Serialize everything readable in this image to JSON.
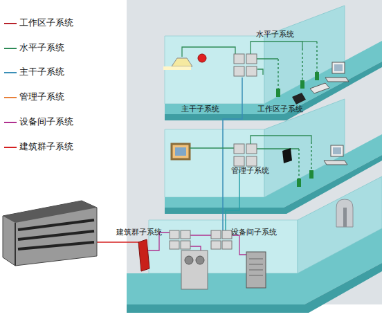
{
  "diagram": {
    "labels": [
      "水平子系统",
      "主干子系统",
      "工作区子系统",
      "管理子系统",
      "建筑群子系统",
      "设备间子系统"
    ],
    "legend": [
      {
        "text": "工作区子系统",
        "color": "#b8222a"
      },
      {
        "text": "水平子系统",
        "color": "#2e8b57"
      },
      {
        "text": "主干子系统",
        "color": "#3a8fb7"
      },
      {
        "text": "管理子系统",
        "color": "#e8803a"
      },
      {
        "text": "设备间子系统",
        "color": "#b0308f"
      },
      {
        "text": "建筑群子系统",
        "color": "#d42020"
      }
    ]
  }
}
